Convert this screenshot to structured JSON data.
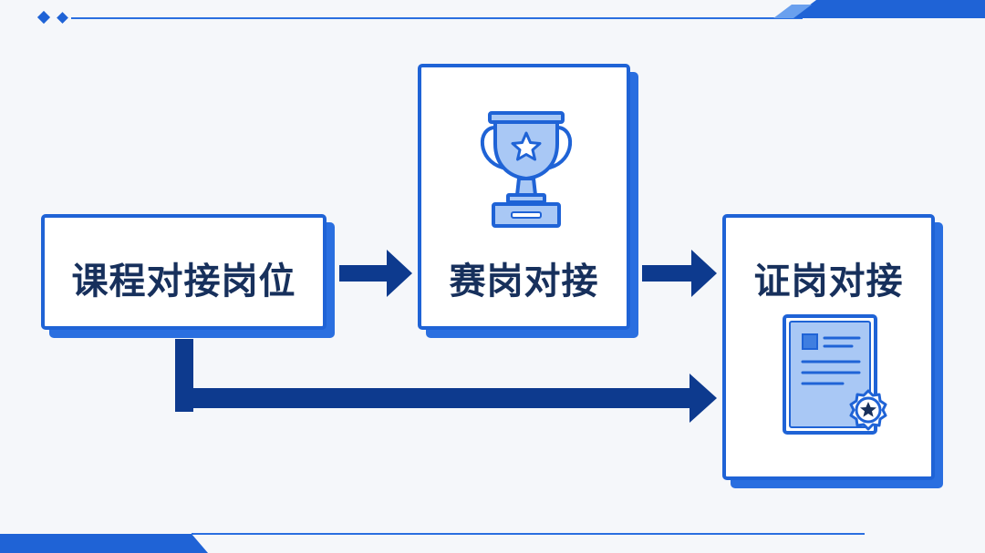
{
  "nodes": {
    "course": {
      "label": "课程对接岗位"
    },
    "competition": {
      "label": "赛岗对接",
      "icon": "trophy-icon"
    },
    "certificate": {
      "label": "证岗对接",
      "icon": "certificate-icon"
    }
  },
  "colors": {
    "primary": "#1f63d6",
    "shadow": "#2a6fe0",
    "arrow": "#0d3a8e",
    "text": "#17305c",
    "icon_fill": "#a9c8f5",
    "background": "#f5f7fa"
  }
}
